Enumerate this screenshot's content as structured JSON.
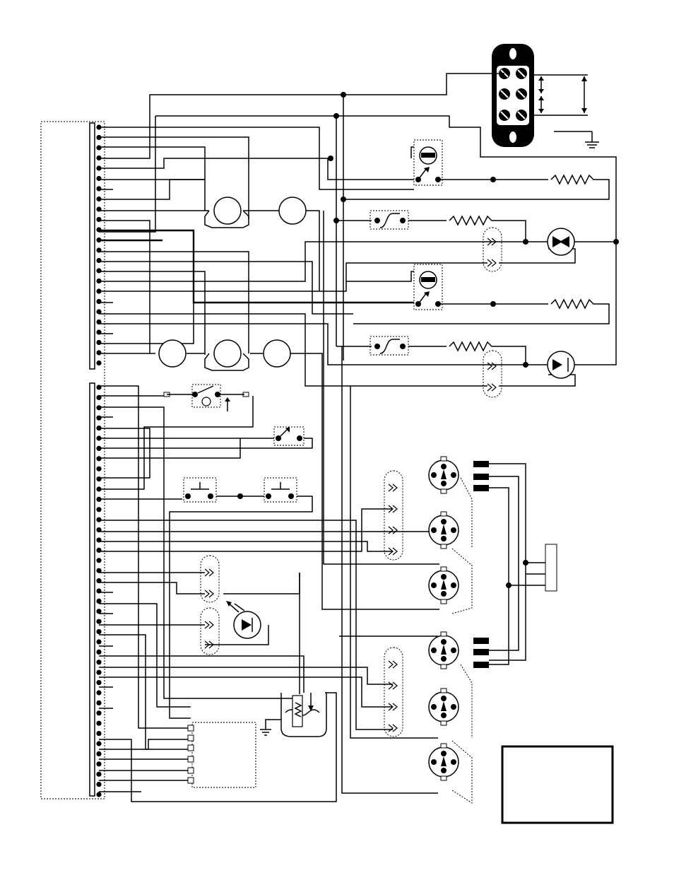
{
  "diagram": {
    "type": "electrical wiring schematic",
    "legend_box_text": "",
    "stroke_color": "#000000",
    "background_color": "#ffffff",
    "components": {
      "terminal_block_upper_pins": 24,
      "terminal_block_lower_pins": 41,
      "motors": 5,
      "triacs": 2,
      "thermostats_adjustable": 2,
      "fuses": 2,
      "heater_resistors": 4,
      "multi_pin_connectors": 6,
      "signal_lamp": 1,
      "push_buttons": 2,
      "pressure_switch": 1
    }
  }
}
